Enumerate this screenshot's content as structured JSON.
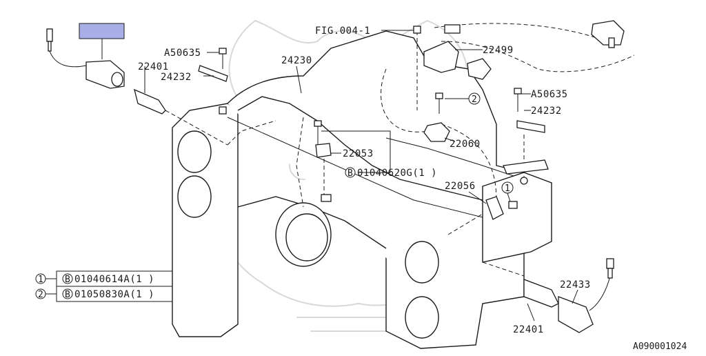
{
  "labels": {
    "fig_ref": "FIG.004-1",
    "p22499": "22499",
    "a50635_left": "A50635",
    "p22401_top": "22401",
    "p24232_left": "24232",
    "p24230": "24230",
    "a50635_right": "A50635",
    "p24232_right": "24232",
    "p22060": "22060",
    "p22053": "22053",
    "bolt_note": "01040620G(1 )",
    "p22056": "22056",
    "p22433": "22433",
    "p22401_bottom": "22401",
    "doc_id": "A090001024"
  },
  "callouts": {
    "one": "1",
    "two": "2",
    "bolt_symbol": "B"
  },
  "legend": [
    {
      "ref": "1",
      "symbol": "B",
      "part": "01040614A(1 )"
    },
    {
      "ref": "2",
      "symbol": "B",
      "part": "01050830A(1 )"
    }
  ],
  "colors": {
    "highlight_box": "#a9aee6",
    "line": "#1a1a1a",
    "watermark": "#d8d8d8"
  }
}
